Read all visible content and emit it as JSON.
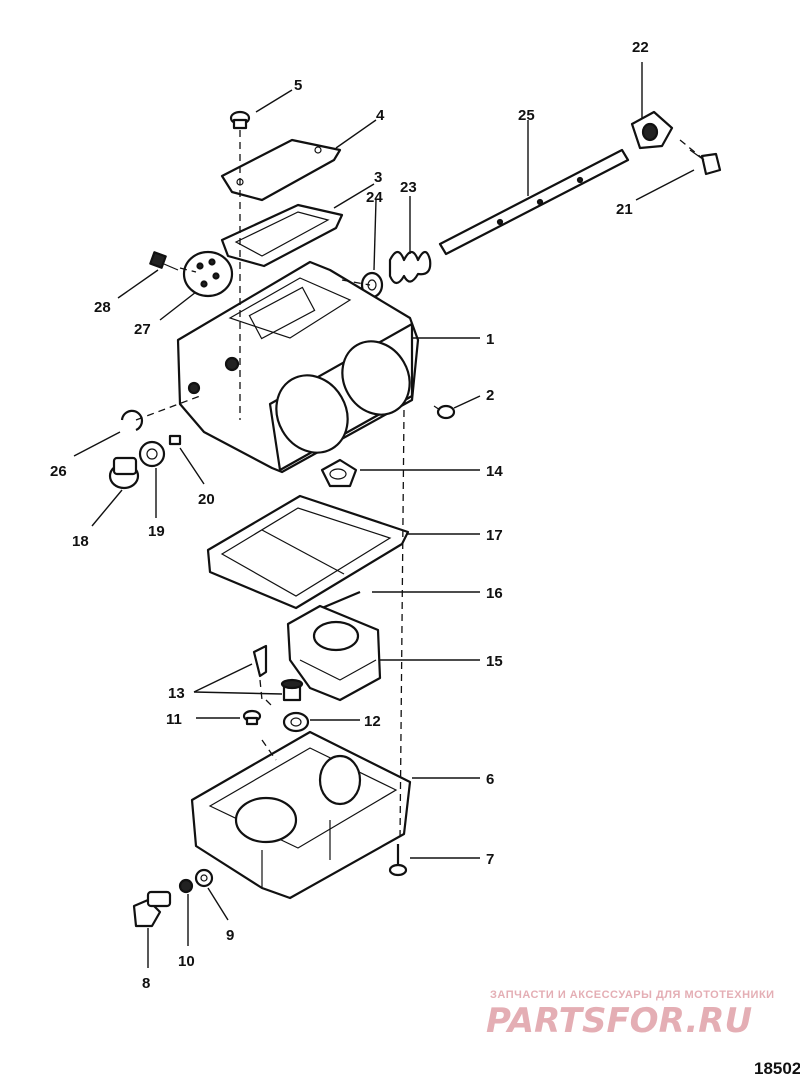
{
  "callouts": [
    {
      "id": "c1",
      "label": "1"
    },
    {
      "id": "c2",
      "label": "2"
    },
    {
      "id": "c3",
      "label": "3"
    },
    {
      "id": "c4",
      "label": "4"
    },
    {
      "id": "c5",
      "label": "5"
    },
    {
      "id": "c6",
      "label": "6"
    },
    {
      "id": "c7",
      "label": "7"
    },
    {
      "id": "c8",
      "label": "8"
    },
    {
      "id": "c9",
      "label": "9"
    },
    {
      "id": "c10",
      "label": "10"
    },
    {
      "id": "c11",
      "label": "11"
    },
    {
      "id": "c12",
      "label": "12"
    },
    {
      "id": "c13",
      "label": "13"
    },
    {
      "id": "c14",
      "label": "14"
    },
    {
      "id": "c15",
      "label": "15"
    },
    {
      "id": "c16",
      "label": "16"
    },
    {
      "id": "c17",
      "label": "17"
    },
    {
      "id": "c18",
      "label": "18"
    },
    {
      "id": "c19",
      "label": "19"
    },
    {
      "id": "c20",
      "label": "20"
    },
    {
      "id": "c21",
      "label": "21"
    },
    {
      "id": "c22",
      "label": "22"
    },
    {
      "id": "c23",
      "label": "23"
    },
    {
      "id": "c24",
      "label": "24"
    },
    {
      "id": "c25",
      "label": "25"
    },
    {
      "id": "c26",
      "label": "26"
    },
    {
      "id": "c27",
      "label": "27"
    },
    {
      "id": "c28",
      "label": "28"
    }
  ],
  "figure_number": "18502",
  "watermark": {
    "tagline": "ЗАПЧАСТИ И АКСЕССУАРЫ ДЛЯ МОТОТЕХНИКИ",
    "logo": "PARTSFOR.RU",
    "color": "#e0a0a8"
  }
}
